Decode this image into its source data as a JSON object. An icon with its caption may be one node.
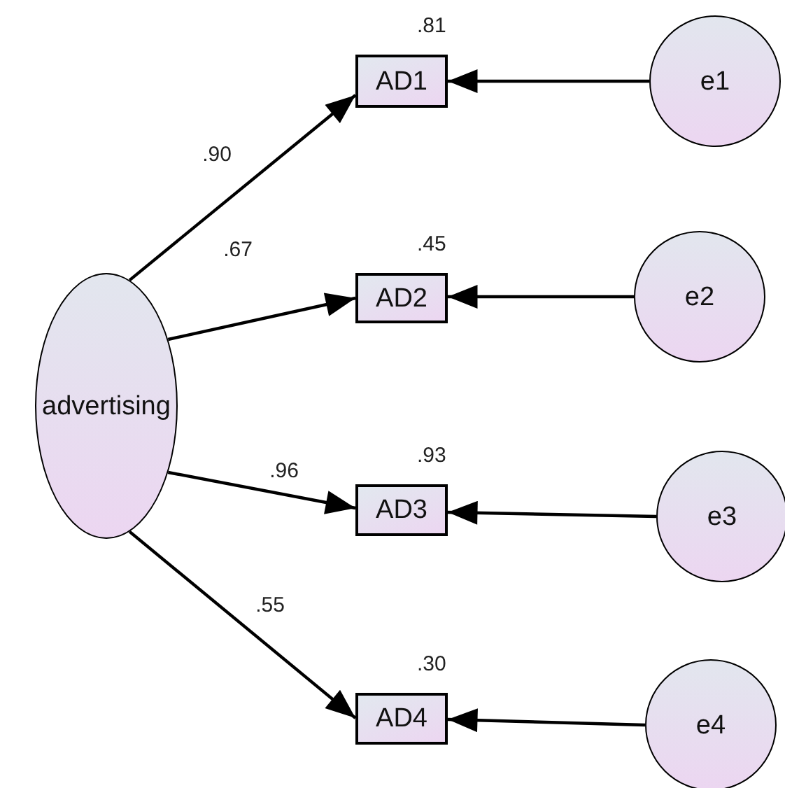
{
  "diagram": {
    "nodes": [
      {
        "text": [
          "advertising"
        ]
      },
      {
        "text": [
          "AD1"
        ],
        "beside": [
          ".81"
        ]
      },
      {
        "text": [
          "AD2"
        ],
        "beside": [
          ".45"
        ]
      },
      {
        "text": [
          "AD3"
        ],
        "beside": [
          ".93"
        ]
      },
      {
        "text": [
          "AD4"
        ],
        "beside": [
          ".30"
        ]
      },
      {
        "text": [
          "e1"
        ]
      },
      {
        "text": [
          "e2"
        ]
      },
      {
        "text": [
          "e3"
        ]
      },
      {
        "text": [
          "e4"
        ]
      }
    ],
    "edges": [
      {
        "from": 0,
        "to": 1,
        "arrow": "to",
        "label": ".90"
      },
      {
        "from": 0,
        "to": 2,
        "arrow": "to",
        "label": ".67"
      },
      {
        "from": 0,
        "to": 3,
        "arrow": "to",
        "label": ".96"
      },
      {
        "from": 0,
        "to": 4,
        "arrow": "to",
        "label": ".55"
      },
      {
        "from": 5,
        "to": 1,
        "arrow": "to"
      },
      {
        "from": 6,
        "to": 2,
        "arrow": "to"
      },
      {
        "from": 7,
        "to": 3,
        "arrow": "to"
      },
      {
        "from": 8,
        "to": 4,
        "arrow": "to"
      }
    ]
  }
}
